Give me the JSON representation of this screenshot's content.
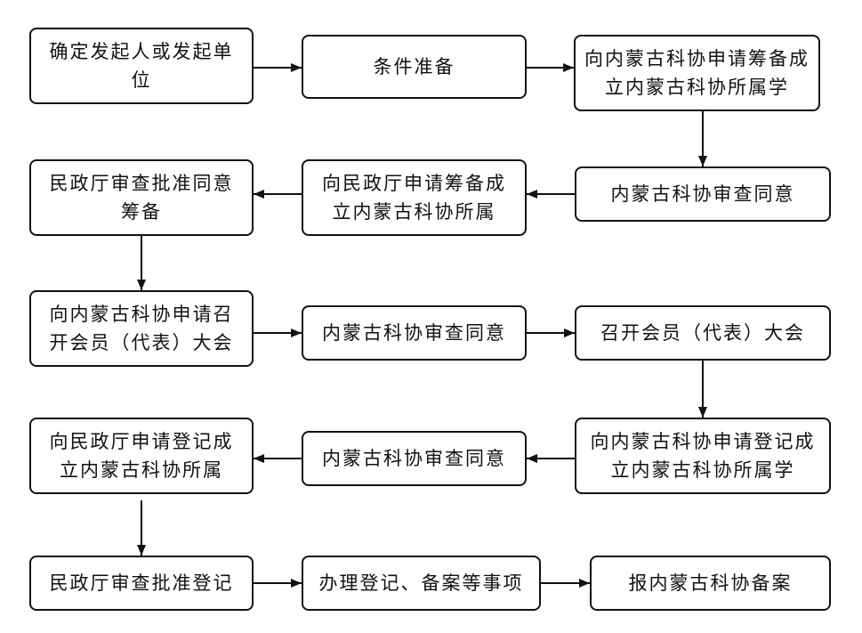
{
  "diagram": {
    "boxes": [
      {
        "id": "b1",
        "label": "确定发起人或发起单位"
      },
      {
        "id": "b2",
        "label": "条件准备"
      },
      {
        "id": "b3",
        "label": "向内蒙古科协申请筹备成立内蒙古科协所属学"
      },
      {
        "id": "b4",
        "label": "内蒙古科协审查同意"
      },
      {
        "id": "b5",
        "label": "向民政厅申请筹备成立内蒙古科协所属"
      },
      {
        "id": "b6",
        "label": "民政厅审查批准同意筹备"
      },
      {
        "id": "b7",
        "label": "向内蒙古科协申请召开会员（代表）大会"
      },
      {
        "id": "b8",
        "label": "内蒙古科协审查同意"
      },
      {
        "id": "b9",
        "label": "召开会员（代表）大会"
      },
      {
        "id": "b10",
        "label": "向内蒙古科协申请登记成立内蒙古科协所属学"
      },
      {
        "id": "b11",
        "label": "内蒙古科协审查同意"
      },
      {
        "id": "b12",
        "label": "向民政厅申请登记成立内蒙古科协所属"
      },
      {
        "id": "b13",
        "label": "民政厅审查批准登记"
      },
      {
        "id": "b14",
        "label": "办理登记、备案等事项"
      },
      {
        "id": "b15",
        "label": "报内蒙古科协备案"
      }
    ],
    "edges": [
      {
        "from": "b1",
        "to": "b2"
      },
      {
        "from": "b2",
        "to": "b3"
      },
      {
        "from": "b3",
        "to": "b4"
      },
      {
        "from": "b4",
        "to": "b5"
      },
      {
        "from": "b5",
        "to": "b6"
      },
      {
        "from": "b6",
        "to": "b7"
      },
      {
        "from": "b7",
        "to": "b8"
      },
      {
        "from": "b8",
        "to": "b9"
      },
      {
        "from": "b9",
        "to": "b10"
      },
      {
        "from": "b10",
        "to": "b11"
      },
      {
        "from": "b11",
        "to": "b12"
      },
      {
        "from": "b12",
        "to": "b13"
      },
      {
        "from": "b13",
        "to": "b14"
      },
      {
        "from": "b14",
        "to": "b15"
      }
    ]
  }
}
